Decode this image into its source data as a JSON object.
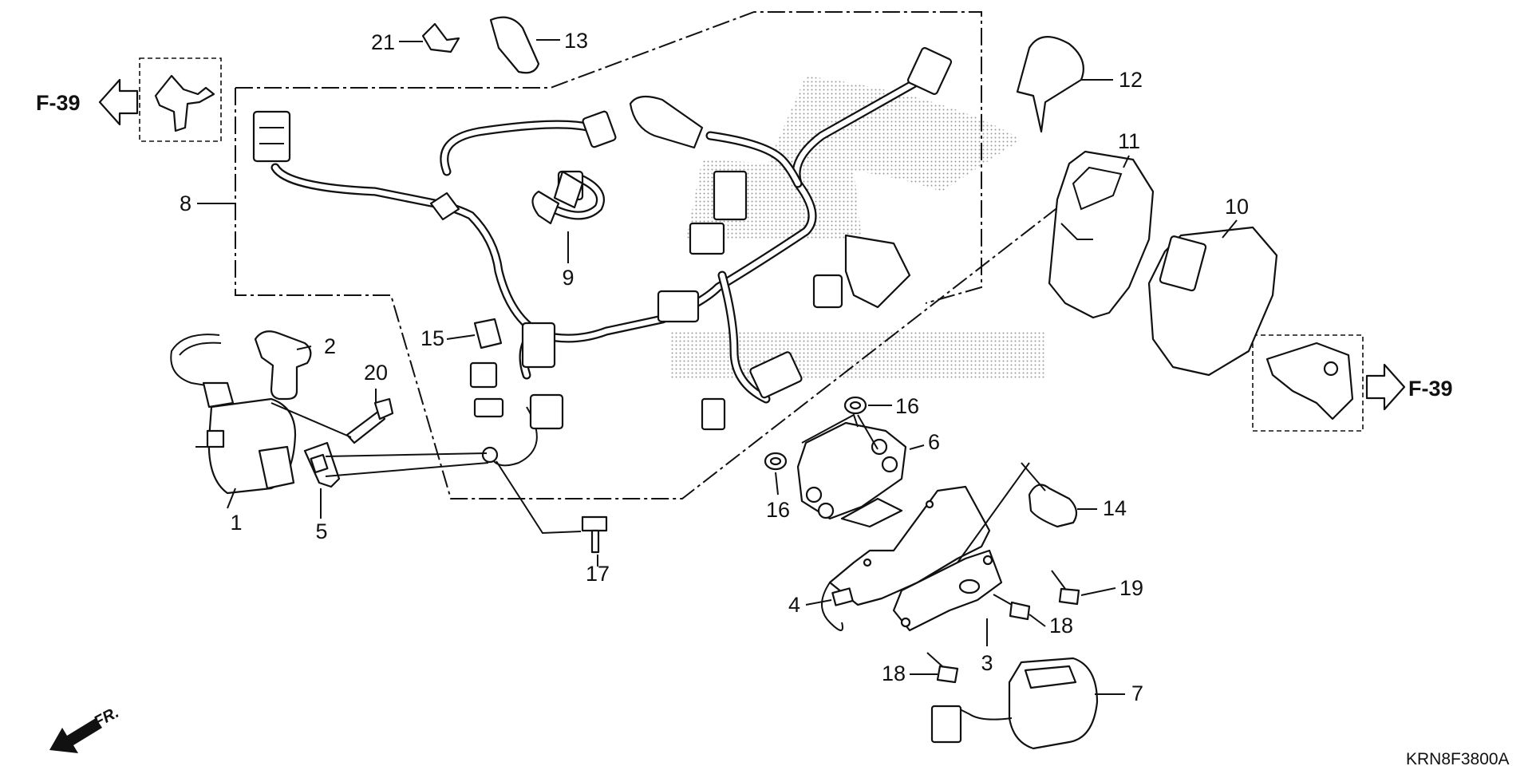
{
  "diagram": {
    "part_code": "KRN8F3800A",
    "front_label": "FR.",
    "references": [
      "F-39",
      "F-39"
    ],
    "callouts": [
      "1",
      "2",
      "3",
      "4",
      "5",
      "6",
      "7",
      "8",
      "9",
      "10",
      "11",
      "12",
      "13",
      "14",
      "15",
      "16",
      "16",
      "17",
      "18",
      "18",
      "19",
      "20",
      "21"
    ]
  },
  "colors": {
    "ink": "#111111",
    "background": "#ffffff",
    "watermark": "#bdbdbd"
  }
}
